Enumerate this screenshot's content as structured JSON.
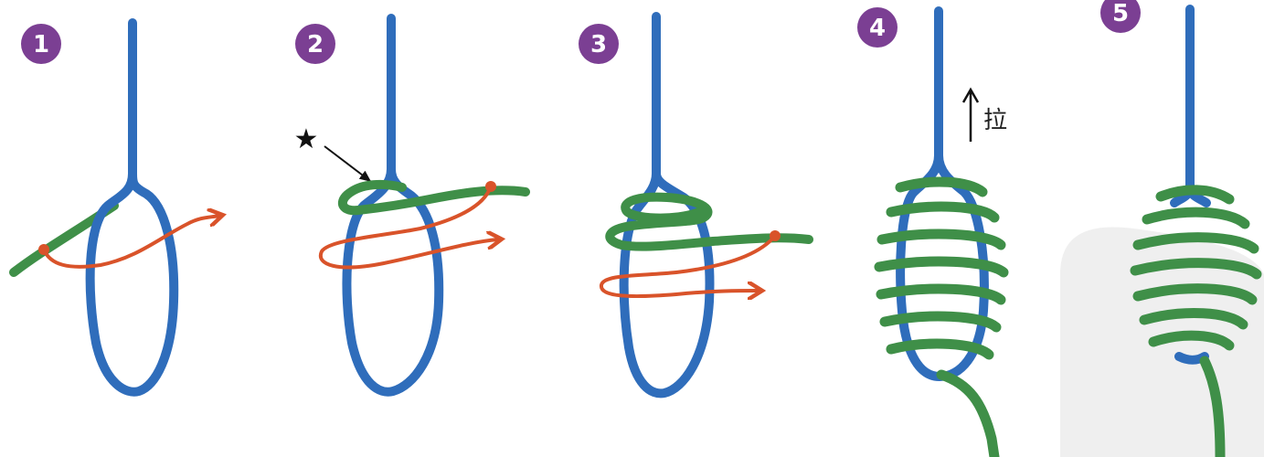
{
  "steps": [
    {
      "number": "1"
    },
    {
      "number": "2"
    },
    {
      "number": "3"
    },
    {
      "number": "4"
    },
    {
      "number": "5"
    }
  ],
  "annotations": {
    "star": "★",
    "pull_label": "拉"
  },
  "colors": {
    "blue_line": "#2f6dbb",
    "green_line": "#3f8f48",
    "red_arrow": "#d9532a",
    "badge": "#7b3f93",
    "watermark": "#ececec"
  },
  "icons": {
    "star": "star-icon",
    "pull_arrow": "up-arrow-icon",
    "pointer_arrow": "pointer-arrow-icon"
  }
}
